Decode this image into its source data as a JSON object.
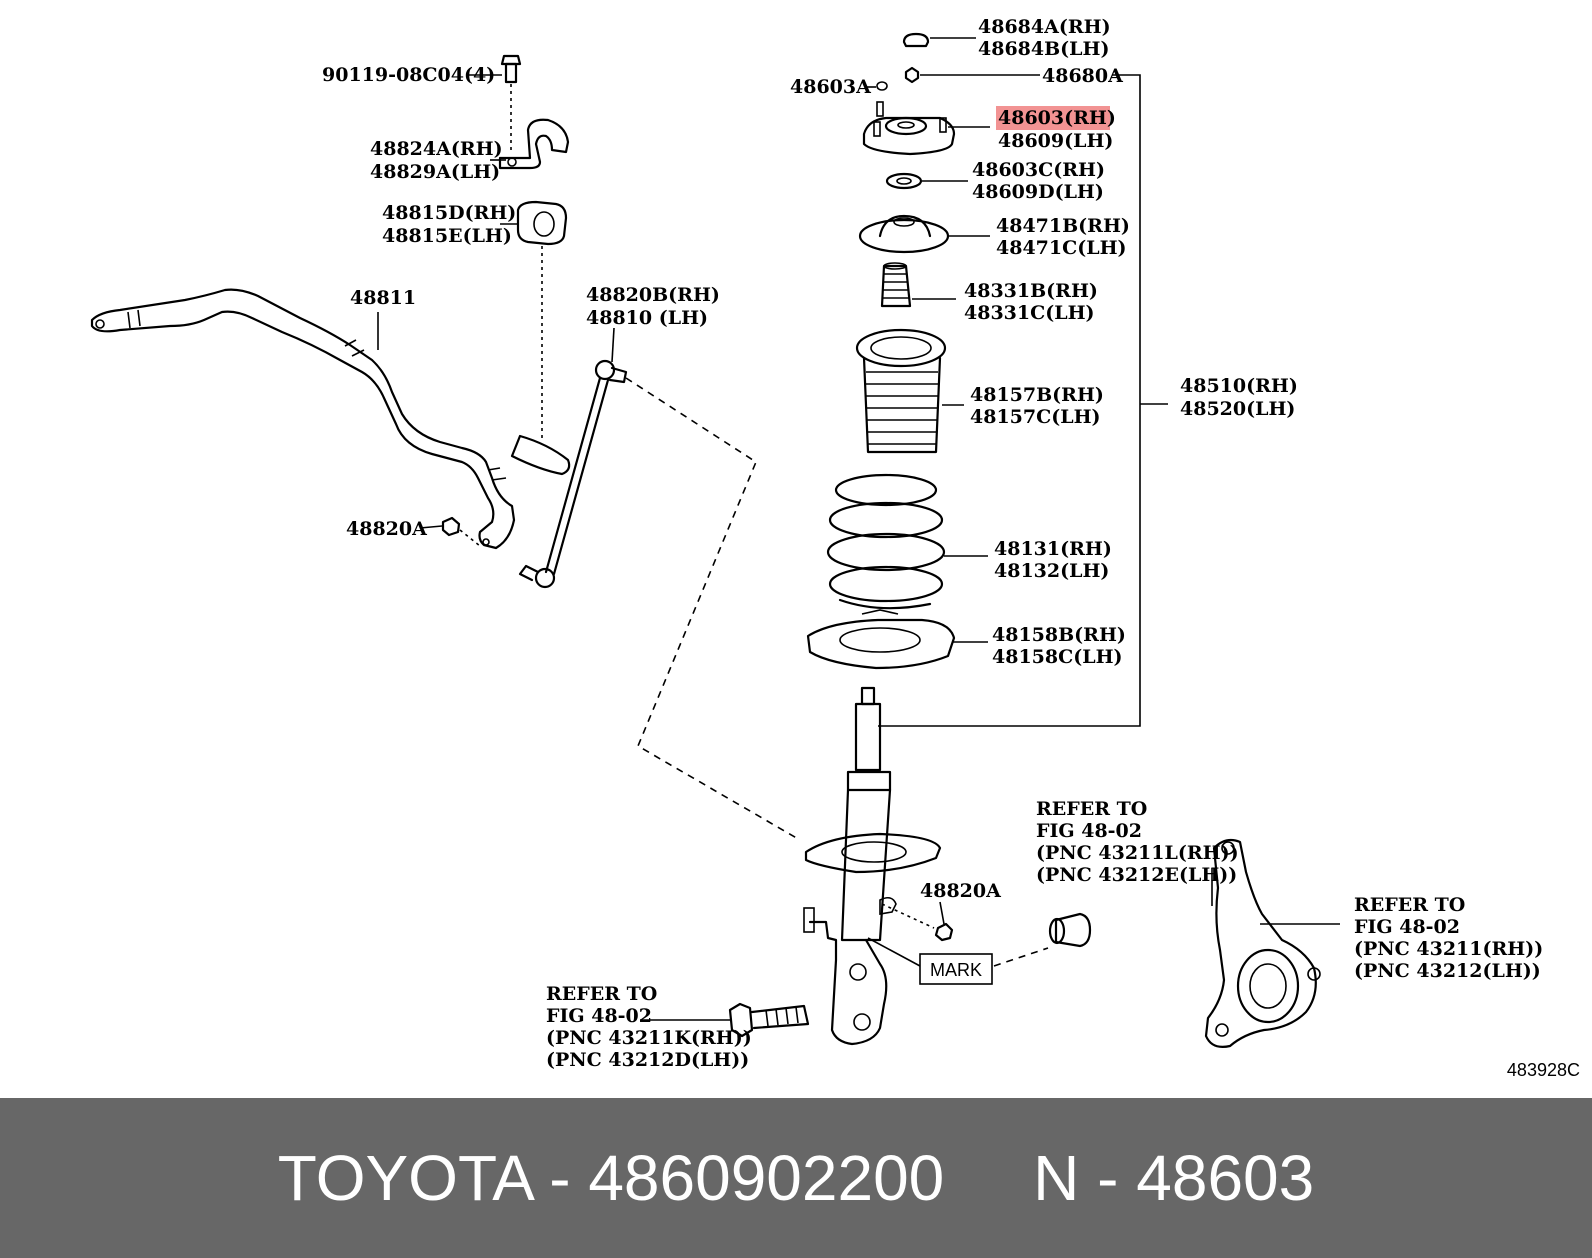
{
  "labels": {
    "p90119": "90119-08C04(4)",
    "p48684A": "48684A(RH)",
    "p48684B": "48684B(LH)",
    "p48603A": "48603A",
    "p48680A": "48680A",
    "p48603": "48603(RH)",
    "p48609": "48609(LH)",
    "p48824A": "48824A(RH)",
    "p48829A": "48829A(LH)",
    "p48603C": "48603C(RH)",
    "p48609D": "48609D(LH)",
    "p48815D": "48815D(RH)",
    "p48815E": "48815E(LH)",
    "p48471B": "48471B(RH)",
    "p48471C": "48471C(LH)",
    "p48811": "48811",
    "p48820B": "48820B(RH)",
    "p48810": "48810 (LH)",
    "p48331B": "48331B(RH)",
    "p48331C": "48331C(LH)",
    "p48510": "48510(RH)",
    "p48520": "48520(LH)",
    "p48157B": "48157B(RH)",
    "p48157C": "48157C(LH)",
    "p48820A_1": "48820A",
    "p48131": "48131(RH)",
    "p48132": "48132(LH)",
    "p48158B": "48158B(RH)",
    "p48158C": "48158C(LH)",
    "p48820A_2": "48820A",
    "mark": "MARK",
    "refer1_l1": "REFER TO",
    "refer1_l2": "FIG 48-02",
    "refer1_l3": "(PNC 43211L(RH))",
    "refer1_l4": "(PNC 43212E(LH))",
    "refer2_l1": "REFER TO",
    "refer2_l2": "FIG 48-02",
    "refer2_l3": "(PNC 43211(RH))",
    "refer2_l4": "(PNC 43212(LH))",
    "refer3_l1": "REFER TO",
    "refer3_l2": "FIG 48-02",
    "refer3_l3": "(PNC 43211K(RH))",
    "refer3_l4": "(PNC 43212D(LH))",
    "figure_code": "483928C"
  },
  "highlight_color": "#f08080",
  "footer": {
    "text": "TOYOTA - 4860902200     N - 48603"
  }
}
